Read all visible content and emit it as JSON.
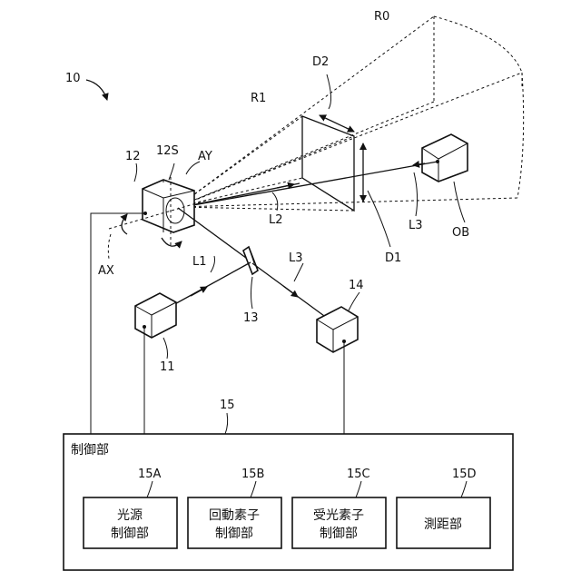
{
  "labels": {
    "system": "10",
    "r0": "R0",
    "d2": "D2",
    "r1": "R1",
    "s12": "12",
    "s12s": "12S",
    "ay": "AY",
    "ax": "AX",
    "l2": "L2",
    "l3_right": "L3",
    "ob": "OB",
    "d1": "D1",
    "l1": "L1",
    "l3_mid": "L3",
    "s14": "14",
    "s13": "13",
    "s11": "11",
    "s15": "15"
  },
  "control": {
    "title": "制御部",
    "modules": [
      {
        "id": "15A",
        "line1": "光源",
        "line2": "制御部"
      },
      {
        "id": "15B",
        "line1": "回動素子",
        "line2": "制御部"
      },
      {
        "id": "15C",
        "line1": "受光素子",
        "line2": "制御部"
      },
      {
        "id": "15D",
        "line1": "測距部",
        "line2": ""
      }
    ]
  }
}
